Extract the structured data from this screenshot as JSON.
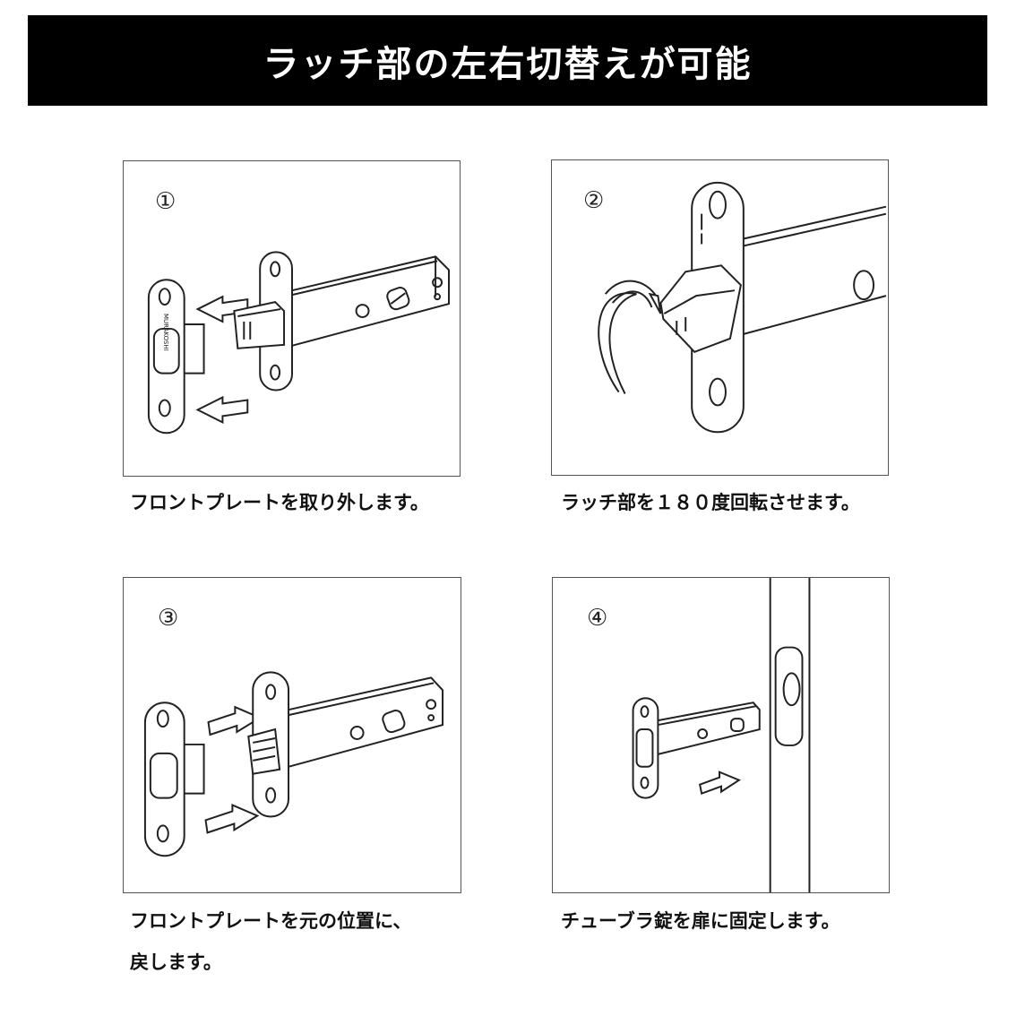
{
  "header": {
    "title": "ラッチ部の左右切替えが可能"
  },
  "steps": [
    {
      "number": "①",
      "caption": "フロントプレートを取り外します。"
    },
    {
      "number": "②",
      "caption": "ラッチ部を１８０度回転させます。"
    },
    {
      "number": "③",
      "caption_line1": "フロントプレートを元の位置に、",
      "caption_line2": "戻します。"
    },
    {
      "number": "④",
      "caption": "チューブラ錠を扉に固定します。"
    }
  ],
  "illustration": {
    "plate_brand": "MURAKOSHI"
  },
  "colors": {
    "banner_bg": "#000000",
    "banner_text": "#ffffff",
    "line": "#222222"
  }
}
